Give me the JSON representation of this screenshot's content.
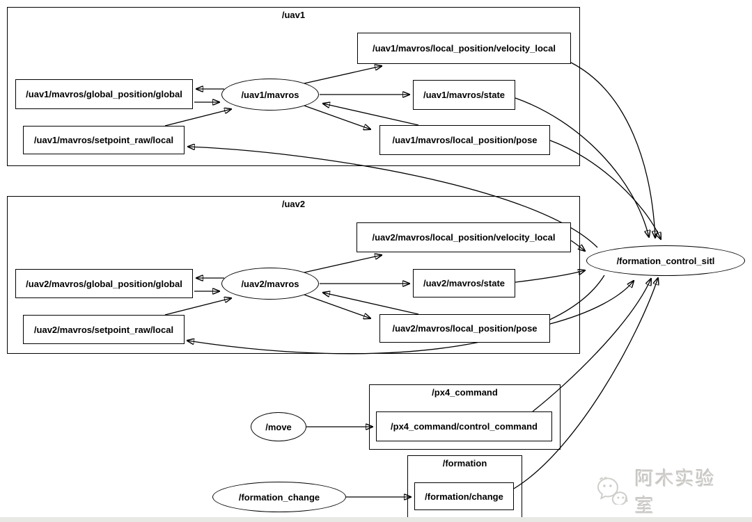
{
  "diagram_type": "ros-rqt-node-graph",
  "colors": {
    "background": "#ffffff",
    "edge": "#000000",
    "node_border": "#000000",
    "node_fill": "#ffffff",
    "scrollbar_track": "#e8e8e5",
    "watermark": "#d0cecb"
  },
  "clusters": {
    "uav1": "/uav1",
    "uav2": "/uav2",
    "px4_command": "/px4_command",
    "formation": "/formation"
  },
  "nodes": {
    "uav1_mavros": "/uav1/mavros",
    "uav1_velocity_local": "/uav1/mavros/local_position/velocity_local",
    "uav1_global_position": "/uav1/mavros/global_position/global",
    "uav1_state": "/uav1/mavros/state",
    "uav1_setpoint_raw": "/uav1/mavros/setpoint_raw/local",
    "uav1_pose": "/uav1/mavros/local_position/pose",
    "uav2_mavros": "/uav2/mavros",
    "uav2_velocity_local": "/uav2/mavros/local_position/velocity_local",
    "uav2_global_position": "/uav2/mavros/global_position/global",
    "uav2_state": "/uav2/mavros/state",
    "uav2_setpoint_raw": "/uav2/mavros/setpoint_raw/local",
    "uav2_pose": "/uav2/mavros/local_position/pose",
    "formation_control_sitl": "/formation_control_sitl",
    "move": "/move",
    "px4_control_command": "/px4_command/control_command",
    "formation_change": "/formation_change",
    "formation_change_topic": "/formation/change"
  },
  "edges": [
    {
      "from": "uav1_mavros",
      "to": "uav1_global_position"
    },
    {
      "from": "uav1_global_position",
      "to": "uav1_mavros"
    },
    {
      "from": "uav1_setpoint_raw",
      "to": "uav1_mavros"
    },
    {
      "from": "uav1_mavros",
      "to": "uav1_velocity_local"
    },
    {
      "from": "uav1_mavros",
      "to": "uav1_state"
    },
    {
      "from": "uav1_mavros",
      "to": "uav1_pose"
    },
    {
      "from": "uav1_pose",
      "to": "uav1_mavros"
    },
    {
      "from": "uav1_velocity_local",
      "to": "formation_control_sitl"
    },
    {
      "from": "uav1_state",
      "to": "formation_control_sitl"
    },
    {
      "from": "uav1_pose",
      "to": "formation_control_sitl"
    },
    {
      "from": "formation_control_sitl",
      "to": "uav1_setpoint_raw"
    },
    {
      "from": "uav2_mavros",
      "to": "uav2_global_position"
    },
    {
      "from": "uav2_global_position",
      "to": "uav2_mavros"
    },
    {
      "from": "uav2_setpoint_raw",
      "to": "uav2_mavros"
    },
    {
      "from": "uav2_mavros",
      "to": "uav2_velocity_local"
    },
    {
      "from": "uav2_mavros",
      "to": "uav2_state"
    },
    {
      "from": "uav2_mavros",
      "to": "uav2_pose"
    },
    {
      "from": "uav2_pose",
      "to": "uav2_mavros"
    },
    {
      "from": "uav2_velocity_local",
      "to": "formation_control_sitl"
    },
    {
      "from": "uav2_state",
      "to": "formation_control_sitl"
    },
    {
      "from": "uav2_pose",
      "to": "formation_control_sitl"
    },
    {
      "from": "formation_control_sitl",
      "to": "uav2_setpoint_raw"
    },
    {
      "from": "move",
      "to": "px4_control_command"
    },
    {
      "from": "px4_control_command",
      "to": "formation_control_sitl"
    },
    {
      "from": "formation_change",
      "to": "formation_change_topic"
    },
    {
      "from": "formation_change_topic",
      "to": "formation_control_sitl"
    }
  ],
  "watermark": {
    "text": "阿木实验室",
    "icon": "wechat-bubbles-icon"
  }
}
